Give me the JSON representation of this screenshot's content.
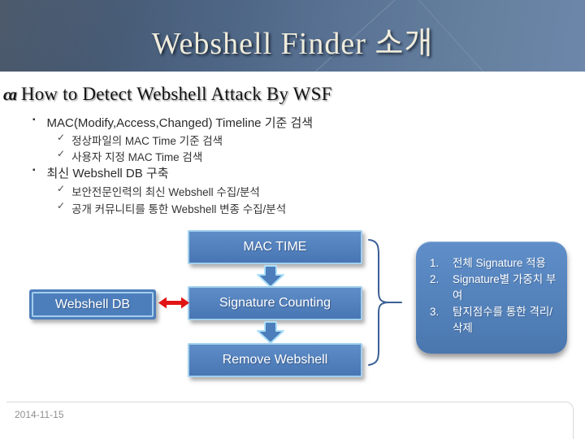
{
  "slide": {
    "title": "Webshell Finder 소개",
    "date": "2014-11-15"
  },
  "heading": {
    "bullet_glyph": "ca",
    "text": "How to Detect Webshell Attack By WSF"
  },
  "bullets": [
    {
      "level": 1,
      "marker": "▪",
      "text": "MAC(Modify,Access,Changed) Timeline 기준 검색"
    },
    {
      "level": 2,
      "marker": "✓",
      "text": "정상파일의 MAC Time 기준 검색"
    },
    {
      "level": 2,
      "marker": "✓",
      "text": "사용자 지정 MAC Time 검색"
    },
    {
      "level": 1,
      "marker": "▪",
      "text": "최신 Webshell DB 구축"
    },
    {
      "level": 2,
      "marker": "✓",
      "text": "보안전문인력의 최신 Webshell 수집/분석"
    },
    {
      "level": 2,
      "marker": "✓",
      "text": "공개 커뮤니티를 통한 Webshell 변종 수집/분석"
    }
  ],
  "diagram": {
    "flow_boxes": [
      "MAC TIME",
      "Signature Counting",
      "Remove Webshell"
    ],
    "side_box": "Webshell DB",
    "note_items": [
      {
        "num": "1.",
        "text": "전체 Signature 적용"
      },
      {
        "num": "2.",
        "text": "Signature별 가중치 부여"
      },
      {
        "num": "3.",
        "text": "탐지점수를 통한 격리/삭제"
      }
    ],
    "colors": {
      "box_fill": "#4d7ebc",
      "box_border": "#a2d0ee",
      "red_arrow": "#e21414",
      "brace": "#3c5f95",
      "banner_dark": "#39485c",
      "banner_light": "#6d87ab"
    }
  }
}
